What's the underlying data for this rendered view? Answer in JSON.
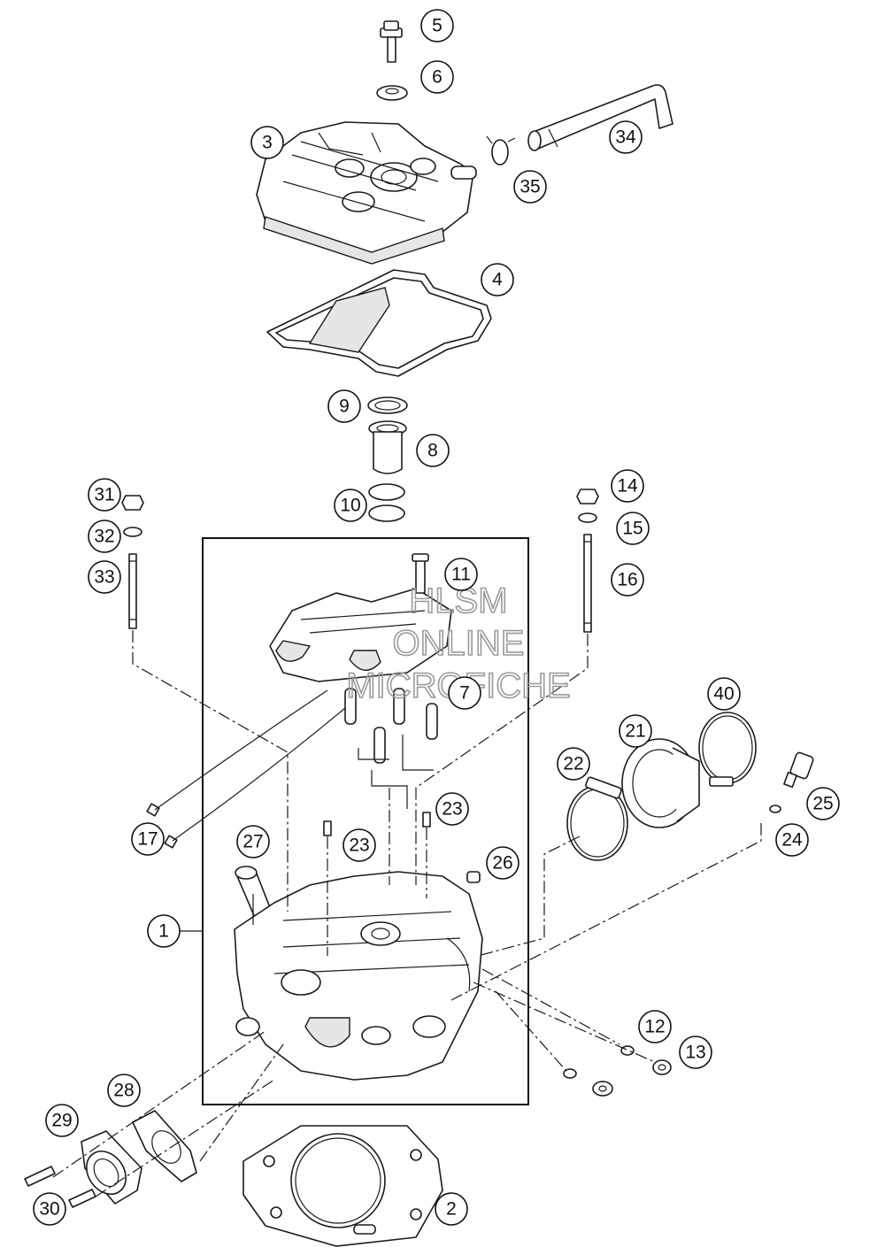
{
  "watermark": {
    "line1": "HLSM",
    "line2": "ONLINE",
    "line3": "MICROFICHE"
  },
  "callouts": [
    {
      "id": "c1",
      "label": "1"
    },
    {
      "id": "c2",
      "label": "2"
    },
    {
      "id": "c3",
      "label": "3"
    },
    {
      "id": "c4",
      "label": "4"
    },
    {
      "id": "c5",
      "label": "5"
    },
    {
      "id": "c6",
      "label": "6"
    },
    {
      "id": "c7",
      "label": "7"
    },
    {
      "id": "c8",
      "label": "8"
    },
    {
      "id": "c9",
      "label": "9"
    },
    {
      "id": "c10",
      "label": "10"
    },
    {
      "id": "c11",
      "label": "11"
    },
    {
      "id": "c12",
      "label": "12"
    },
    {
      "id": "c13",
      "label": "13"
    },
    {
      "id": "c14",
      "label": "14"
    },
    {
      "id": "c15",
      "label": "15"
    },
    {
      "id": "c16",
      "label": "16"
    },
    {
      "id": "c17",
      "label": "17"
    },
    {
      "id": "c21",
      "label": "21"
    },
    {
      "id": "c22",
      "label": "22"
    },
    {
      "id": "c23a",
      "label": "23"
    },
    {
      "id": "c23b",
      "label": "23"
    },
    {
      "id": "c24",
      "label": "24"
    },
    {
      "id": "c25",
      "label": "25"
    },
    {
      "id": "c26",
      "label": "26"
    },
    {
      "id": "c27",
      "label": "27"
    },
    {
      "id": "c28",
      "label": "28"
    },
    {
      "id": "c29",
      "label": "29"
    },
    {
      "id": "c30",
      "label": "30"
    },
    {
      "id": "c31",
      "label": "31"
    },
    {
      "id": "c32",
      "label": "32"
    },
    {
      "id": "c33",
      "label": "33"
    },
    {
      "id": "c34",
      "label": "34"
    },
    {
      "id": "c35",
      "label": "35"
    },
    {
      "id": "c40",
      "label": "40"
    }
  ]
}
